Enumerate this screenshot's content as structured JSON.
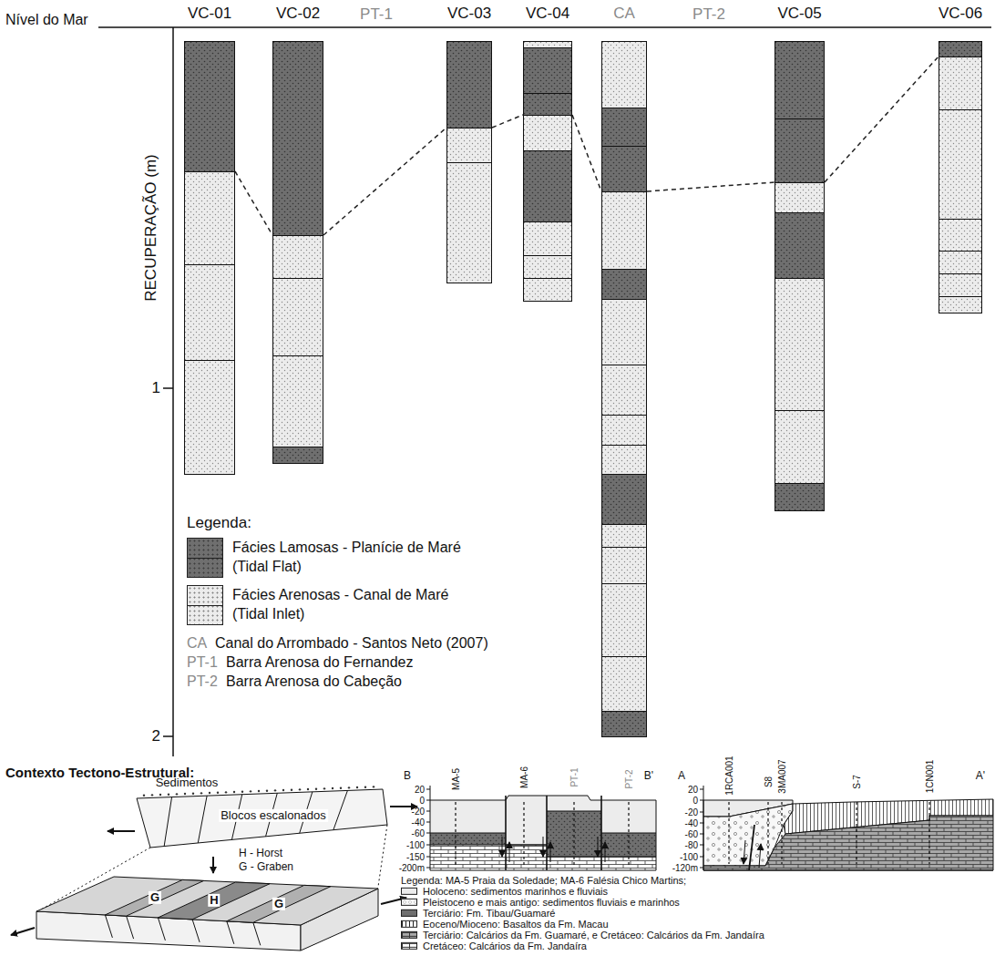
{
  "diagram": {
    "nodes": [
      {
        "text": [
          "VC-01"
        ]
      },
      {
        "text": [
          "VC-02"
        ]
      },
      {
        "text": [
          "VC-03"
        ]
      },
      {
        "text": [
          "VC-04"
        ]
      },
      {
        "text": [
          "CA"
        ]
      },
      {
        "text": [
          "VC-05"
        ]
      },
      {
        "text": [
          "VC-06"
        ]
      }
    ],
    "edges": [
      {
        "from": 0,
        "to": 1,
        "arrow": "none"
      },
      {
        "from": 1,
        "to": 2,
        "arrow": "none"
      },
      {
        "from": 2,
        "to": 3,
        "arrow": "none"
      },
      {
        "from": 3,
        "to": 4,
        "arrow": "none"
      },
      {
        "from": 4,
        "to": 5,
        "arrow": "none"
      },
      {
        "from": 5,
        "to": 6,
        "arrow": "none"
      }
    ],
    "labels": [
      "Nível do Mar",
      "PT-1",
      "PT-2",
      "RECUPERAÇÃO (m)",
      "1",
      "2",
      "Legenda:",
      "CA",
      "Canal do Arrombado - Santos Neto (2007)",
      "PT-1",
      "Barra Arenosa do Fernandez",
      "PT-2",
      "Barra Arenosa do Cabeção",
      "Contexto Tectono-Estrutural:",
      "Sedimentos",
      "Blocos escalonados",
      "H - Horst",
      "G - Graben",
      "H",
      "G",
      "G",
      "B",
      "B'",
      "MA-5",
      "MA-6",
      "PT-1",
      "PT-2",
      "20",
      "0",
      "-20",
      "-40",
      "-60",
      "-100",
      "-150",
      "-200m",
      "A",
      "A'",
      "1RCA001",
      "S8",
      "3MA007",
      "S-7",
      "1CN001",
      "20",
      "0",
      "-20",
      "-40",
      "-60",
      "-80",
      "-100",
      "-120m",
      "Legenda: MA-5 Praia da Soledade; MA-6 Falésia Chico Martins;"
    ],
    "legend": [
      {
        "text": "Fácies Lamosas - Planície de Maré (Tidal Flat)",
        "color": "#6f6f6f"
      },
      {
        "text": "Fácies Arenosas - Canal de Maré (Tidal Inlet)",
        "color": "#ececec"
      },
      {
        "text": "Holoceno: sedimentos marinhos e fluviais",
        "color": "#ececec"
      },
      {
        "text": "Pleistoceno e mais antigo: sedimentos fluviais e marinhos",
        "color": "#f8f8f8"
      },
      {
        "text": "Terciário: Fm. Tibau/Guamaré",
        "color": "#6f6f6f"
      },
      {
        "text": "Eoceno/Mioceno: Basaltos da Fm. Macau",
        "color": "#ffffff"
      },
      {
        "text": "Terciário: Calcários da Fm. Guamaré, e Cretáceo: Calcários da Fm. Jandaíra",
        "color": "#a8a8a8"
      },
      {
        "text": "Cretáceo: Calcários da Fm. Jandaíra",
        "color": "#ffffff"
      }
    ]
  }
}
